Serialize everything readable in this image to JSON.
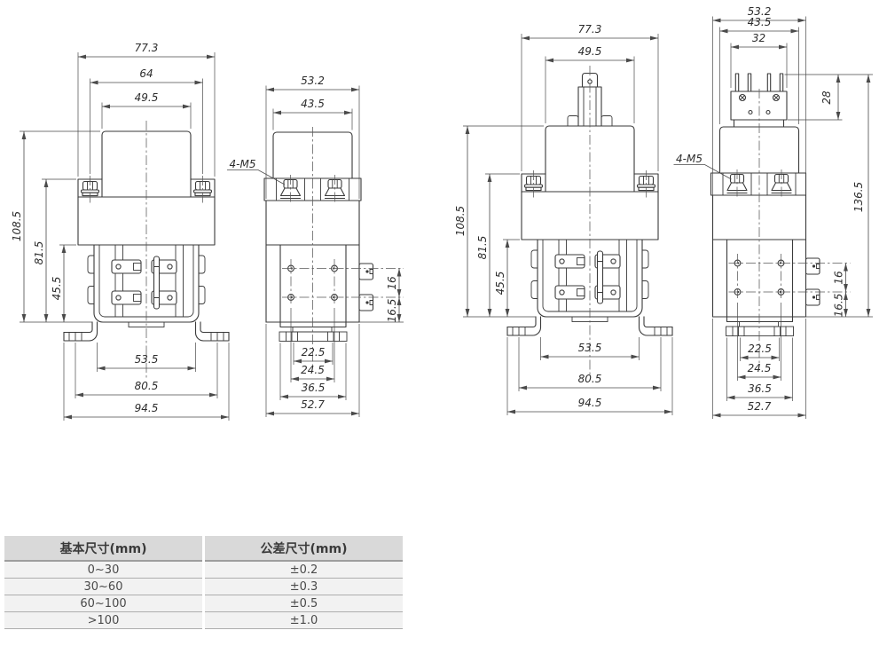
{
  "views": {
    "front_left": {
      "dim_top_1": "77.3",
      "dim_top_2": "64",
      "dim_top_3": "49.5",
      "dim_left_1": "108.5",
      "dim_left_2": "81.5",
      "dim_left_3": "45.5",
      "dim_bottom_1": "53.5",
      "dim_bottom_2": "80.5",
      "dim_bottom_3": "94.5"
    },
    "side_left": {
      "dim_top_1": "53.2",
      "dim_top_2": "43.5",
      "thread_label": "4-M5",
      "dim_right_1": "16",
      "dim_right_2": "16.5",
      "dim_bottom_1": "22.5",
      "dim_bottom_2": "24.5",
      "dim_bottom_3": "36.5",
      "dim_bottom_4": "52.7"
    },
    "front_right": {
      "dim_top_1": "77.3",
      "dim_top_2": "49.5",
      "dim_left_1": "108.5",
      "dim_left_2": "81.5",
      "dim_left_3": "45.5",
      "dim_bottom_1": "53.5",
      "dim_bottom_2": "80.5",
      "dim_bottom_3": "94.5"
    },
    "side_right": {
      "dim_top_1": "53.2",
      "dim_top_2": "43.5",
      "dim_top_3": "32",
      "dim_block_height": "28",
      "dim_total_height": "136.5",
      "thread_label": "4-M5",
      "dim_right_1": "16",
      "dim_right_2": "16.5",
      "dim_bottom_1": "22.5",
      "dim_bottom_2": "24.5",
      "dim_bottom_3": "36.5",
      "dim_bottom_4": "52.7"
    }
  },
  "tolerance_table": {
    "headers": [
      "基本尺寸(mm)",
      "公差尺寸(mm)"
    ],
    "rows": [
      [
        "0~30",
        "±0.2"
      ],
      [
        "30~60",
        "±0.3"
      ],
      [
        "60~100",
        "±0.5"
      ],
      [
        ">100",
        "±1.0"
      ]
    ]
  }
}
